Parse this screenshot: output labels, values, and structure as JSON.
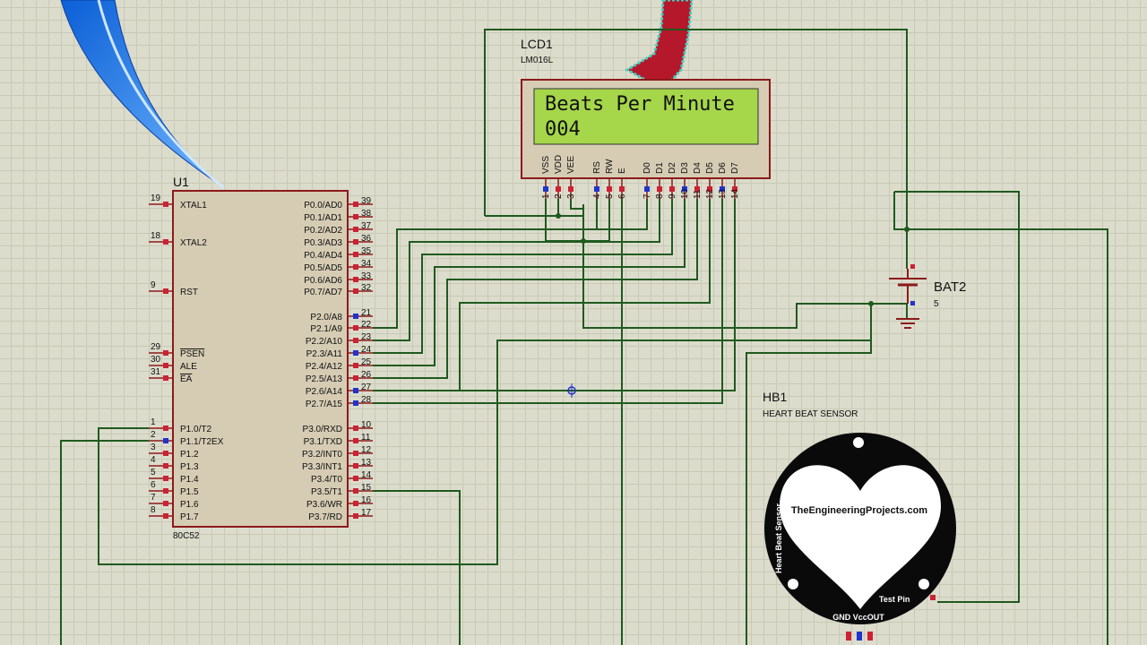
{
  "u1": {
    "ref": "U1",
    "part": "80C52",
    "left_pins": [
      {
        "n": "19",
        "name": "XTAL1"
      },
      {
        "n": "18",
        "name": "XTAL2"
      },
      {
        "n": "9",
        "name": "RST"
      },
      {
        "n": "29",
        "name": "PSEN"
      },
      {
        "n": "30",
        "name": "ALE"
      },
      {
        "n": "31",
        "name": "EA"
      },
      {
        "n": "1",
        "name": "P1.0/T2"
      },
      {
        "n": "2",
        "name": "P1.1/T2EX"
      },
      {
        "n": "3",
        "name": "P1.2"
      },
      {
        "n": "4",
        "name": "P1.3"
      },
      {
        "n": "5",
        "name": "P1.4"
      },
      {
        "n": "6",
        "name": "P1.5"
      },
      {
        "n": "7",
        "name": "P1.6"
      },
      {
        "n": "8",
        "name": "P1.7"
      }
    ],
    "right_pins": [
      {
        "n": "39",
        "name": "P0.0/AD0"
      },
      {
        "n": "38",
        "name": "P0.1/AD1"
      },
      {
        "n": "37",
        "name": "P0.2/AD2"
      },
      {
        "n": "36",
        "name": "P0.3/AD3"
      },
      {
        "n": "35",
        "name": "P0.4/AD4"
      },
      {
        "n": "34",
        "name": "P0.5/AD5"
      },
      {
        "n": "33",
        "name": "P0.6/AD6"
      },
      {
        "n": "32",
        "name": "P0.7/AD7"
      },
      {
        "n": "21",
        "name": "P2.0/A8"
      },
      {
        "n": "22",
        "name": "P2.1/A9"
      },
      {
        "n": "23",
        "name": "P2.2/A10"
      },
      {
        "n": "24",
        "name": "P2.3/A11"
      },
      {
        "n": "25",
        "name": "P2.4/A12"
      },
      {
        "n": "26",
        "name": "P2.5/A13"
      },
      {
        "n": "27",
        "name": "P2.6/A14"
      },
      {
        "n": "28",
        "name": "P2.7/A15"
      },
      {
        "n": "10",
        "name": "P3.0/RXD"
      },
      {
        "n": "11",
        "name": "P3.1/TXD"
      },
      {
        "n": "12",
        "name": "P3.2/INT0"
      },
      {
        "n": "13",
        "name": "P3.3/INT1"
      },
      {
        "n": "14",
        "name": "P3.4/T0"
      },
      {
        "n": "15",
        "name": "P3.5/T1"
      },
      {
        "n": "16",
        "name": "P3.6/WR"
      },
      {
        "n": "17",
        "name": "P3.7/RD"
      }
    ]
  },
  "lcd": {
    "ref": "LCD1",
    "part": "LM016L",
    "line1": "Beats Per Minute",
    "line2": "004",
    "screen_color": "#a6d64a",
    "pins": [
      {
        "n": "1",
        "name": "VSS"
      },
      {
        "n": "2",
        "name": "VDD"
      },
      {
        "n": "3",
        "name": "VEE"
      },
      {
        "n": "4",
        "name": "RS"
      },
      {
        "n": "5",
        "name": "RW"
      },
      {
        "n": "6",
        "name": "E"
      },
      {
        "n": "7",
        "name": "D0"
      },
      {
        "n": "8",
        "name": "D1"
      },
      {
        "n": "9",
        "name": "D2"
      },
      {
        "n": "10",
        "name": "D3"
      },
      {
        "n": "11",
        "name": "D4"
      },
      {
        "n": "12",
        "name": "D5"
      },
      {
        "n": "13",
        "name": "D6"
      },
      {
        "n": "14",
        "name": "D7"
      }
    ]
  },
  "battery": {
    "ref": "BAT2",
    "value": "5"
  },
  "sensor": {
    "ref": "HB1",
    "part": "HEART BEAT SENSOR",
    "brand": "TheEngineeringProjects.com",
    "side_label": "Heart Beat Sensor",
    "test_pin": "Test Pin",
    "bottom_pins": "GND VccOUT"
  },
  "colors": {
    "wire": "#1f5a1f",
    "component_body": "#d6ccb4",
    "component_border": "#8b1a1a",
    "pin_blue": "#2233cc",
    "pin_red": "#cc2233"
  }
}
